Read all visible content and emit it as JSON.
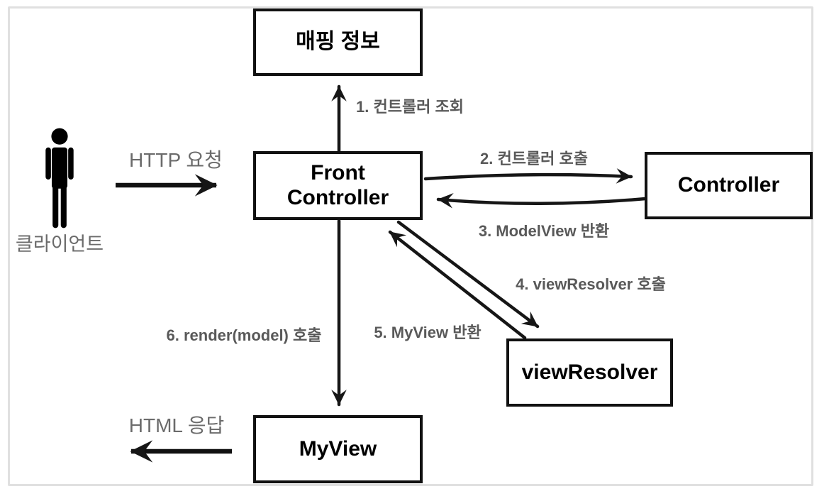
{
  "diagram": {
    "title_semantic": "front-controller-pattern-flow",
    "boxes": {
      "mapping": "매핑 정보",
      "front_controller": "Front Controller",
      "controller": "Controller",
      "view_resolver": "viewResolver",
      "my_view": "MyView"
    },
    "actor": {
      "icon": "person-icon",
      "label": "클라이언트"
    },
    "labels": {
      "http_request": "HTTP 요청",
      "html_response": "HTML 응답",
      "step_1": "1. 컨트롤러 조회",
      "step_2": "2. 컨트롤러 호출",
      "step_3": "3. ModelView 반환",
      "step_4": "4. viewResolver 호출",
      "step_5": "5. MyView 반환",
      "step_6": "6. render(model) 호출"
    },
    "arrows": [
      {
        "name": "arrow-http-request",
        "from": "client",
        "to": "front_controller"
      },
      {
        "name": "arrow-step-1",
        "from": "front_controller",
        "to": "mapping"
      },
      {
        "name": "arrow-step-2",
        "from": "front_controller",
        "to": "controller"
      },
      {
        "name": "arrow-step-3",
        "from": "controller",
        "to": "front_controller"
      },
      {
        "name": "arrow-step-4",
        "from": "front_controller",
        "to": "view_resolver"
      },
      {
        "name": "arrow-step-5",
        "from": "view_resolver",
        "to": "front_controller"
      },
      {
        "name": "arrow-step-6",
        "from": "front_controller",
        "to": "my_view"
      },
      {
        "name": "arrow-html-response",
        "from": "my_view",
        "to": "client"
      }
    ],
    "colors": {
      "background": "#ffffff",
      "frame_border": "#e0e0e0",
      "box_border": "#111111",
      "box_text": "#000000",
      "step_label_text": "#595959",
      "io_label_text": "#6b6b6b",
      "arrow": "#161616"
    }
  }
}
